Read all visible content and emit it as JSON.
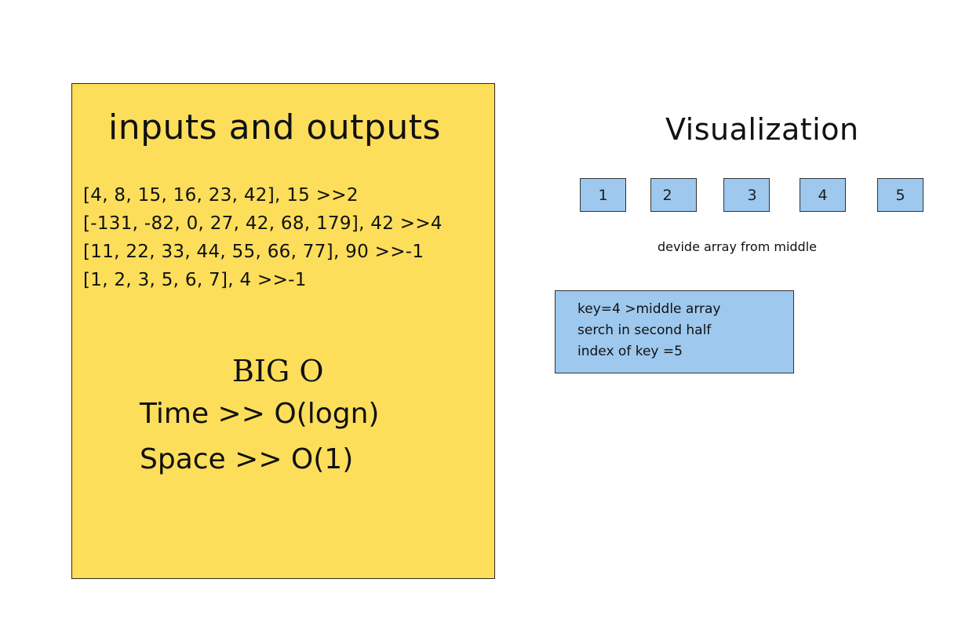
{
  "note": {
    "title": "inputs and outputs",
    "examples": [
      "[4, 8, 15, 16, 23, 42], 15  >>2",
      "[-131, -82, 0, 27, 42, 68, 179], 42 >>4",
      "[11, 22, 33, 44, 55, 66, 77], 90 >>-1",
      "[1, 2, 3, 5, 6, 7], 4 >>-1"
    ],
    "big_o": {
      "heading": "BIG O",
      "time": "Time >> O(logn)",
      "space": "Space >> O(1)"
    }
  },
  "visualization": {
    "title": "Visualization",
    "cells": [
      "1",
      "2",
      "3",
      "4",
      "5"
    ],
    "caption": "devide array from middle",
    "result_lines": [
      "key=4 >middle array",
      "serch in second half",
      "index of key =5"
    ]
  },
  "colors": {
    "note_background": "#fcde5b",
    "box_background": "#9ec8ee",
    "border": "#333333"
  }
}
